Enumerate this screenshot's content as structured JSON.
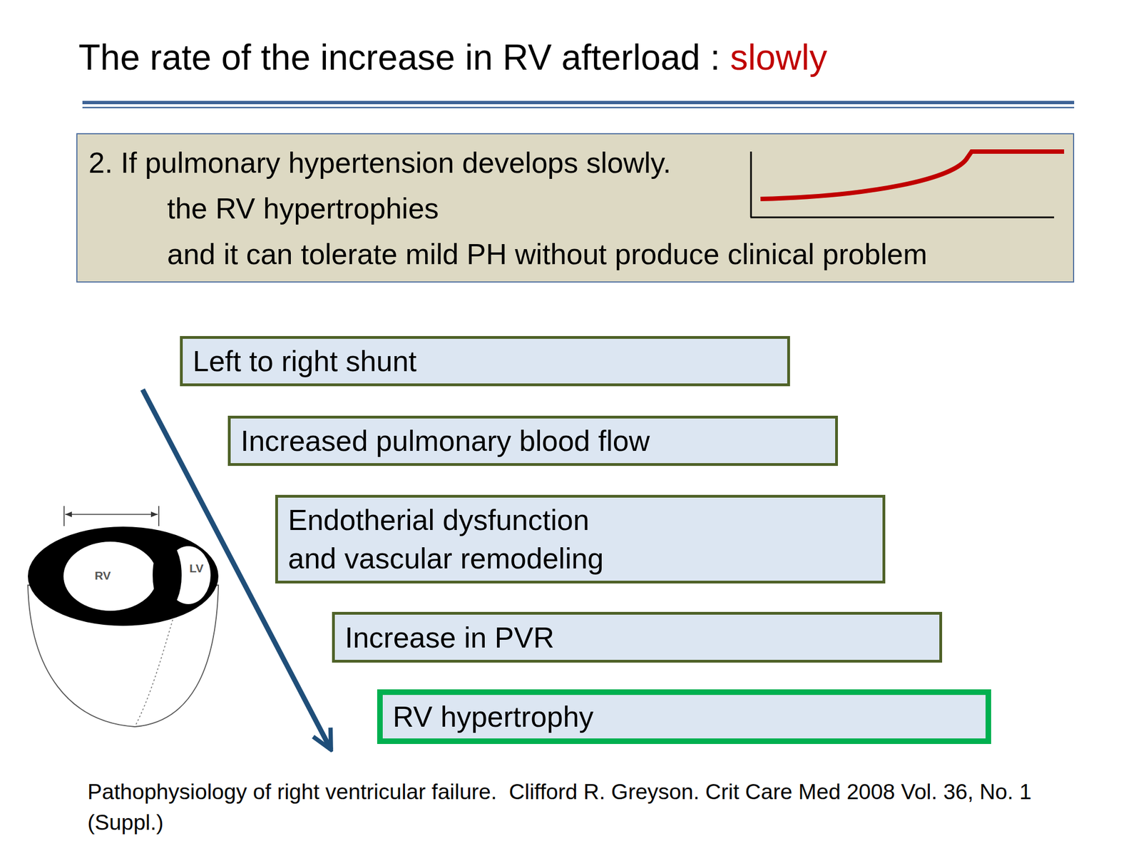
{
  "diagram": {
    "title": "The rate of the increase in RV afterload :",
    "caption": "Pathophysiology of right ventricular failure.  Clifford R. Greyson. Crit Care Med 2008 Vol. 36, No. 1 (Suppl.)",
    "nodes": [
      {
        "text": [
          "2. If pulmonary hypertension develops slowly.",
          "the RV hypertrophies",
          "and it can tolerate mild PH without produce clinical problem"
        ]
      },
      {
        "text": [
          "Left to right shunt"
        ]
      },
      {
        "text": [
          "Increased pulmonary blood flow"
        ]
      },
      {
        "text": [
          "Endotherial dysfunction and vascular remodeling"
        ]
      },
      {
        "text": [
          "Increase in PVR"
        ]
      },
      {
        "text": [
          "RV hypertrophy"
        ]
      }
    ],
    "edges": [
      {
        "from": 1,
        "to": 5,
        "arrow": "to"
      }
    ],
    "labels": [
      "slowly",
      "RV",
      "LV"
    ]
  }
}
